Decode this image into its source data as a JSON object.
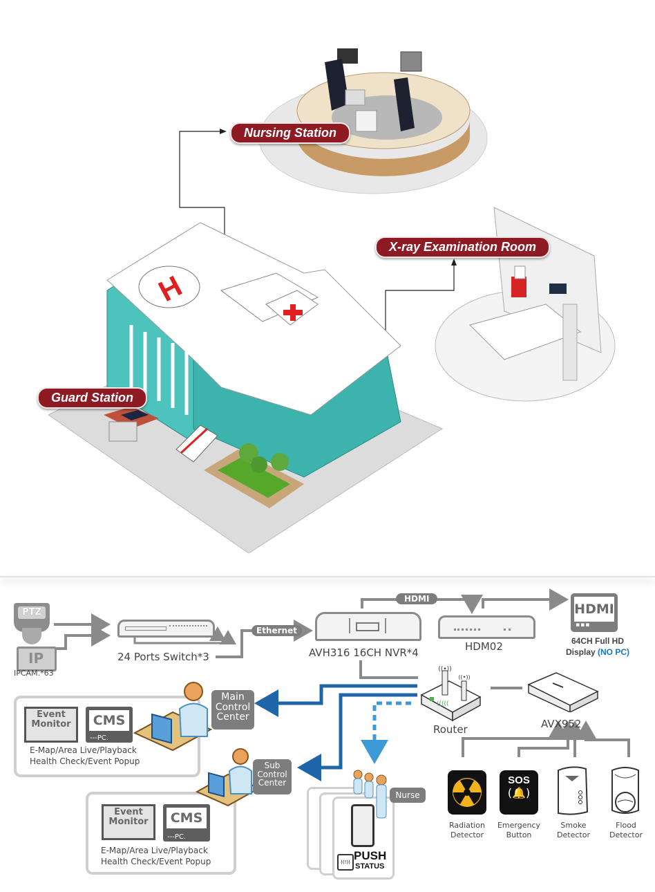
{
  "top_scene": {
    "labels": {
      "nursing_station": "Nursing Station",
      "xray_room": "X-ray Examination Room",
      "guard_station": "Guard Station"
    },
    "colors": {
      "tag_red": "#8e1a24",
      "building_teal": "#4cc3bd",
      "helipad_red": "#e02020"
    }
  },
  "network": {
    "cameras": {
      "ptz_label": "PTZ",
      "ip_label": "IP",
      "caption": "IPCAM.*63"
    },
    "switch": {
      "caption": "24 Ports Switch*3"
    },
    "ethernet_tag": "Ethernet",
    "nvr": {
      "caption": "AVH316 16CH NVR*4"
    },
    "hdmi_tag": "HDMI",
    "hdm02": {
      "caption": "HDM02"
    },
    "display": {
      "screen_text": "HDMI",
      "line1": "64CH Full HD",
      "line2_prefix": "Display ",
      "line2_highlight": "(NO PC)"
    },
    "router": {
      "caption": "Router"
    },
    "avx": {
      "caption": "AVX952"
    },
    "main_center": {
      "label_lines": [
        "Main",
        "Control",
        "Center"
      ],
      "event_monitor": [
        "Event",
        "Monitor"
      ],
      "cms": "CMS",
      "pc": "---PC.",
      "features": [
        "E-Map/Area Live/Playback",
        "Health Check/Event Popup"
      ]
    },
    "sub_center": {
      "label_lines": [
        "Sub",
        "Control",
        "Center"
      ],
      "event_monitor": [
        "Event",
        "Monitor"
      ],
      "cms": "CMS",
      "pc": "---PC.",
      "features": [
        "E-Map/Area Live/Playback",
        "Health Check/Event Popup"
      ]
    },
    "nurse": {
      "label": "Nurse",
      "push_line1": "PUSH",
      "push_line2": "STATUS",
      "push_icon": "((!))"
    },
    "sensors": [
      {
        "name": "Radiation",
        "name2": "Detector",
        "icon": "radiation-icon"
      },
      {
        "name": "Emergency",
        "name2": "Button",
        "icon": "sos-bell-icon",
        "badge": "SOS"
      },
      {
        "name": "Smoke",
        "name2": "Detector",
        "icon": "smoke-detector-icon"
      },
      {
        "name": "Flood",
        "name2": "Detector",
        "icon": "flood-detector-icon"
      }
    ],
    "colors": {
      "line_gray": "#8a8a8a",
      "link_blue": "#1f66a8",
      "dashed_blue": "#3d9ad6",
      "highlight_blue": "#1a73c7"
    }
  }
}
